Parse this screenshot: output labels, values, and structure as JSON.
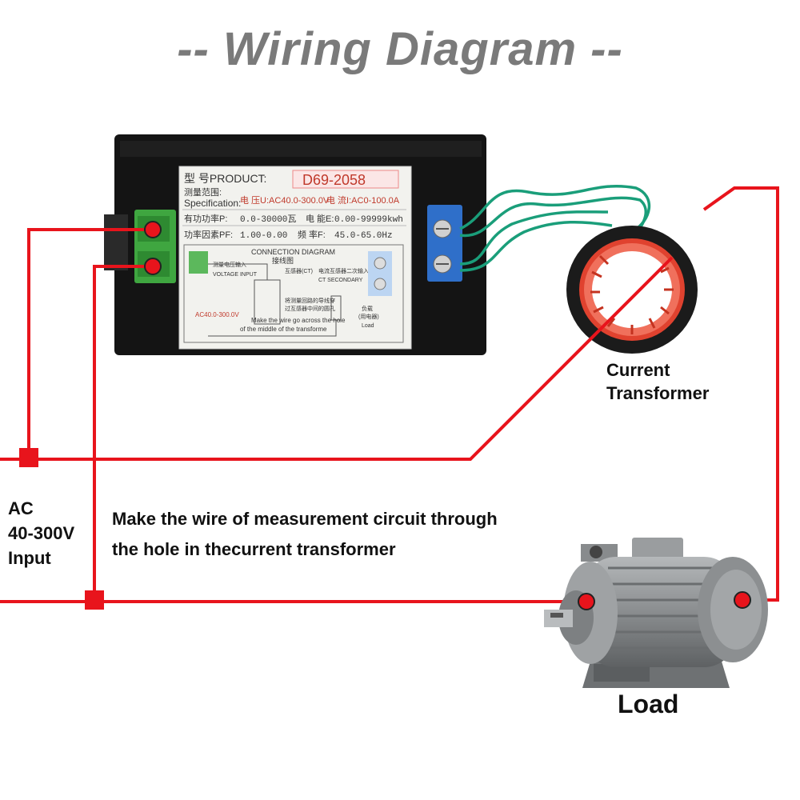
{
  "title": "-- Wiring Diagram --",
  "meter": {
    "product_label": "型    号PRODUCT:",
    "model": "D69-2058",
    "spec_cn": "测量范围:",
    "spec_en": "Specification:",
    "voltage_range": "电 压U:AC40.0-300.0V",
    "current_range": "电  流I:AC0-100.0A",
    "power_label": "有功功率P:",
    "power_range": "0.0-30000瓦",
    "energy_label": "电    能E:",
    "energy_range": "0.00-99999kwh",
    "pf_label": "功率因素PF:",
    "pf_range": "1.00-0.00",
    "freq_label": "频    率F:",
    "freq_range": "45.0-65.0Hz",
    "diagram_title_en": "CONNECTION DIAGRAM",
    "diagram_title_cn": "接线图",
    "voltage_input_cn": "测量电压输入",
    "voltage_input_en": "VOLTAGE INPUT",
    "ct_cn": "互感器(CT)",
    "ct_secondary_cn": "电流互感器二次输入",
    "ct_secondary_en": "CT SECONDARY",
    "through_cn_1": "将测量回路的导线穿",
    "through_cn_2": "过互感器中间的圆孔",
    "through_en_1": "Make the wire go across the hole",
    "through_en_2": "of the middle of the transforme",
    "load_cn_1": "负载",
    "load_cn_2": "(用电器)",
    "load_en": "Load",
    "ac_range": "AC40.0-300.0V"
  },
  "labels": {
    "current_transformer_1": "Current",
    "current_transformer_2": "Transformer",
    "ac_1": "AC",
    "ac_2": "40-300V",
    "ac_3": "Input",
    "note_1": "Make the wire of measurement circuit through",
    "note_2": "the hole in thecurrent transformer",
    "load": "Load"
  },
  "colors": {
    "wire": "#e8141c",
    "title": "#7a7a7a",
    "terminal_green": "#3fa640",
    "terminal_blue": "#2f6fc9",
    "ct_wire": "#1a9e7a",
    "motor": "#8a8d8f"
  }
}
